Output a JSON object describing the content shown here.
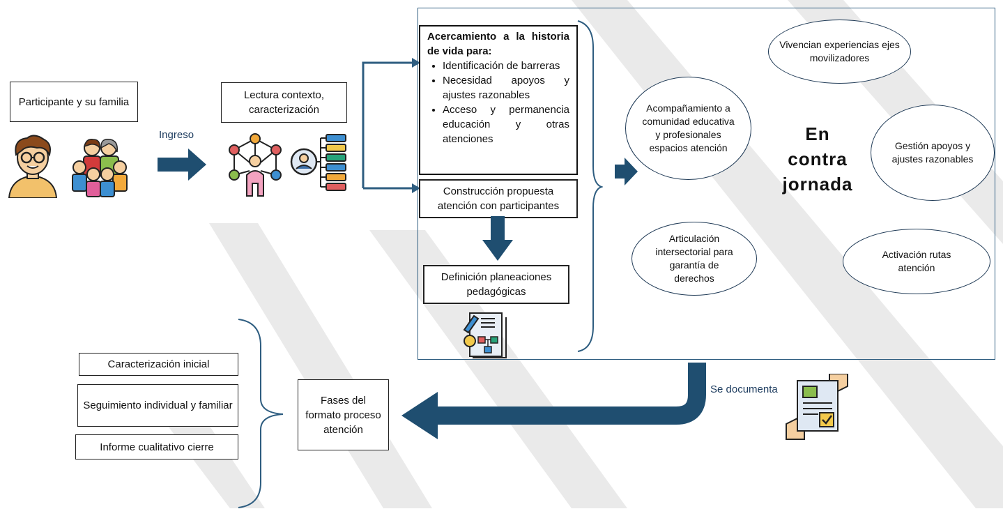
{
  "participant": {
    "label": "Participante y su familia"
  },
  "ingreso_label": "Ingreso",
  "context": {
    "label": "Lectura contexto, caracterización"
  },
  "acercamiento": {
    "title": "Acercamiento a la historia de vida para:",
    "items": [
      "Identificación de barreras",
      "Necesidad apoyos y ajustes razonables",
      "Acceso y permanencia educación y otras atenciones"
    ]
  },
  "construccion": {
    "label": "Construcción propuesta atención con participantes"
  },
  "definicion": {
    "label": "Definición planeaciones pedagógicas"
  },
  "center": {
    "label": "En contra jornada"
  },
  "ellipses": {
    "vivencian": "Vivencian experiencias ejes movilizadores",
    "acompanamiento": "Acompañamiento a comunidad educativa y profesionales espacios atención",
    "gestion": "Gestión apoyos y ajustes razonables",
    "articulacion": "Articulación intersectorial para garantía de derechos",
    "activacion": "Activación rutas atención"
  },
  "documenta_label": "Se documenta",
  "fases": {
    "label": "Fases del formato proceso atención"
  },
  "phases": {
    "inicial": "Caracterización inicial",
    "seguimiento": "Seguimiento individual y familiar",
    "informe": "Informe cualitativo cierre"
  },
  "colors": {
    "arrow": "#1f4e70",
    "accent_text": "#1c3b5e",
    "watermark": "#e0e0e0"
  },
  "icons": [
    "person-icon",
    "family-icon",
    "network-icon",
    "org-chart-icon",
    "planning-document-icon",
    "document-handover-icon"
  ]
}
